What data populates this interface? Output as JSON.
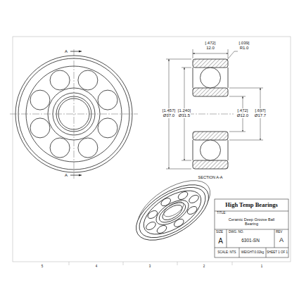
{
  "diagram": {
    "labels": [
      "[.472]",
      "12.0",
      "[.039]",
      "R1.0",
      "[1.457]",
      "Ø37.0",
      "[1.240]",
      "Ø31.5",
      "[.472]",
      "Ø12.0",
      "[.697]",
      "Ø17.7",
      "A",
      "A",
      "SECTION A-A",
      "High Temp Bearings",
      "TITLE:",
      "Ceramic Deep Groove Ball Bearing",
      "SIZE",
      "DWG. NO.",
      "REV",
      "A",
      "6301-SN",
      "A",
      "SCALE: NTS",
      "WEIGHT:0.02kg",
      "SHEET 1 OF 1",
      "5",
      "4",
      "3",
      "2",
      "1"
    ]
  }
}
